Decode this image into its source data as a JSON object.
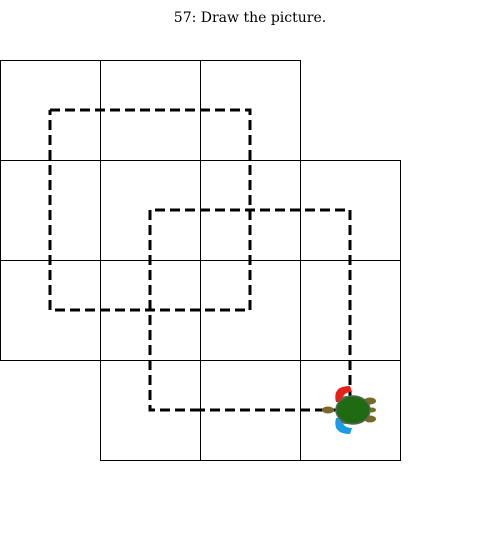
{
  "title": "57: Draw the picture.",
  "grid": {
    "rows": [
      [
        0,
        1,
        2
      ],
      [
        0,
        1,
        2,
        3
      ],
      [
        0,
        1,
        2,
        3
      ],
      [
        1,
        2,
        3
      ]
    ],
    "line_color": "#000000"
  },
  "path": {
    "style": "dashed",
    "color": "#000000",
    "points": [
      [
        2,
        3.5
      ],
      [
        1.5,
        3.5
      ],
      [
        1.5,
        1.5
      ],
      [
        3.5,
        1.5
      ],
      [
        3.5,
        3.5
      ],
      [
        2,
        3.5
      ]
    ],
    "second_square": [
      [
        0.5,
        0.5
      ],
      [
        2.5,
        0.5
      ],
      [
        2.5,
        2.5
      ],
      [
        0.5,
        2.5
      ],
      [
        0.5,
        0.5
      ]
    ]
  },
  "turtle": {
    "col": 3.5,
    "row": 3.5,
    "heading": "east",
    "shell_color": "#1e6b12",
    "limb_color": "#7a6a2a",
    "left_marker_color": "#e62117",
    "right_marker_color": "#1a9be6",
    "icon": "turtle-icon"
  }
}
